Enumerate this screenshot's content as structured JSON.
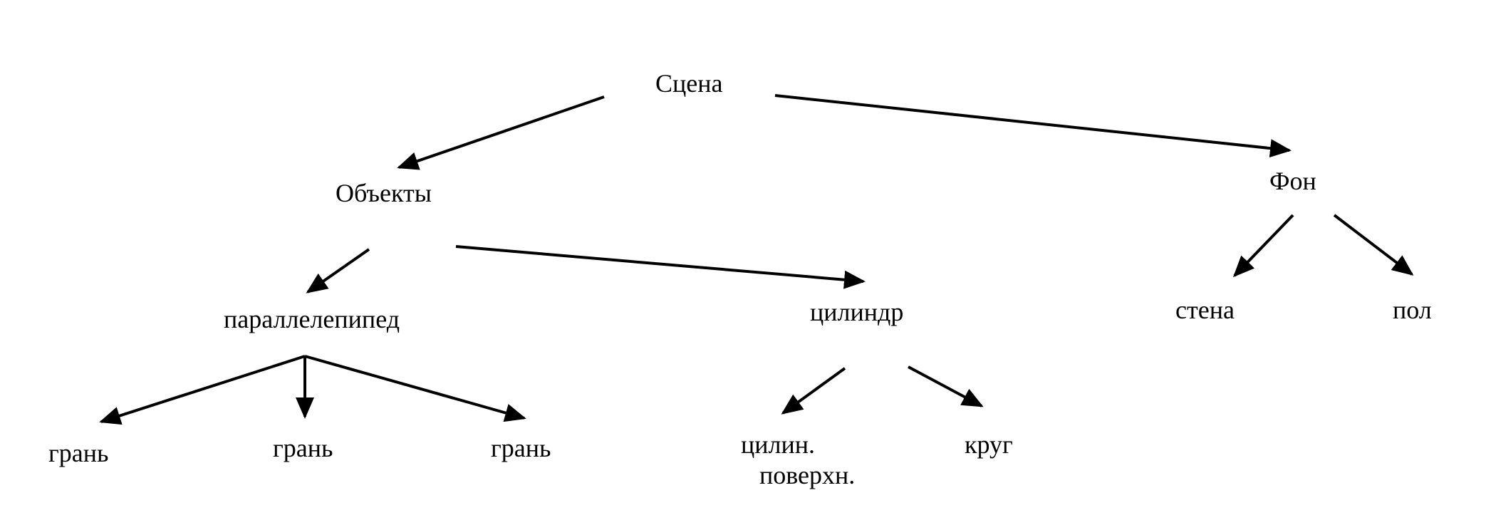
{
  "colors": {
    "ink": "#000000",
    "background": "#ffffff"
  },
  "nodes": {
    "scene": "Сцена",
    "objects": "Объекты",
    "background": "Фон",
    "parallelepiped": "параллелепипед",
    "cylinder": "цилиндр",
    "wall": "стена",
    "floor": "пол",
    "face_1": "грань",
    "face_2": "грань",
    "face_3": "грань",
    "cyl_surface_line1": "цилин.",
    "cyl_surface_line2": "поверхн.",
    "circle": "круг"
  },
  "edges": [
    {
      "from": "scene",
      "to": "objects"
    },
    {
      "from": "scene",
      "to": "background"
    },
    {
      "from": "objects",
      "to": "parallelepiped"
    },
    {
      "from": "objects",
      "to": "cylinder"
    },
    {
      "from": "background",
      "to": "wall"
    },
    {
      "from": "background",
      "to": "floor"
    },
    {
      "from": "parallelepiped",
      "to": "face_1"
    },
    {
      "from": "parallelepiped",
      "to": "face_2"
    },
    {
      "from": "parallelepiped",
      "to": "face_3"
    },
    {
      "from": "cylinder",
      "to": "cyl_surface"
    },
    {
      "from": "cylinder",
      "to": "circle"
    }
  ]
}
